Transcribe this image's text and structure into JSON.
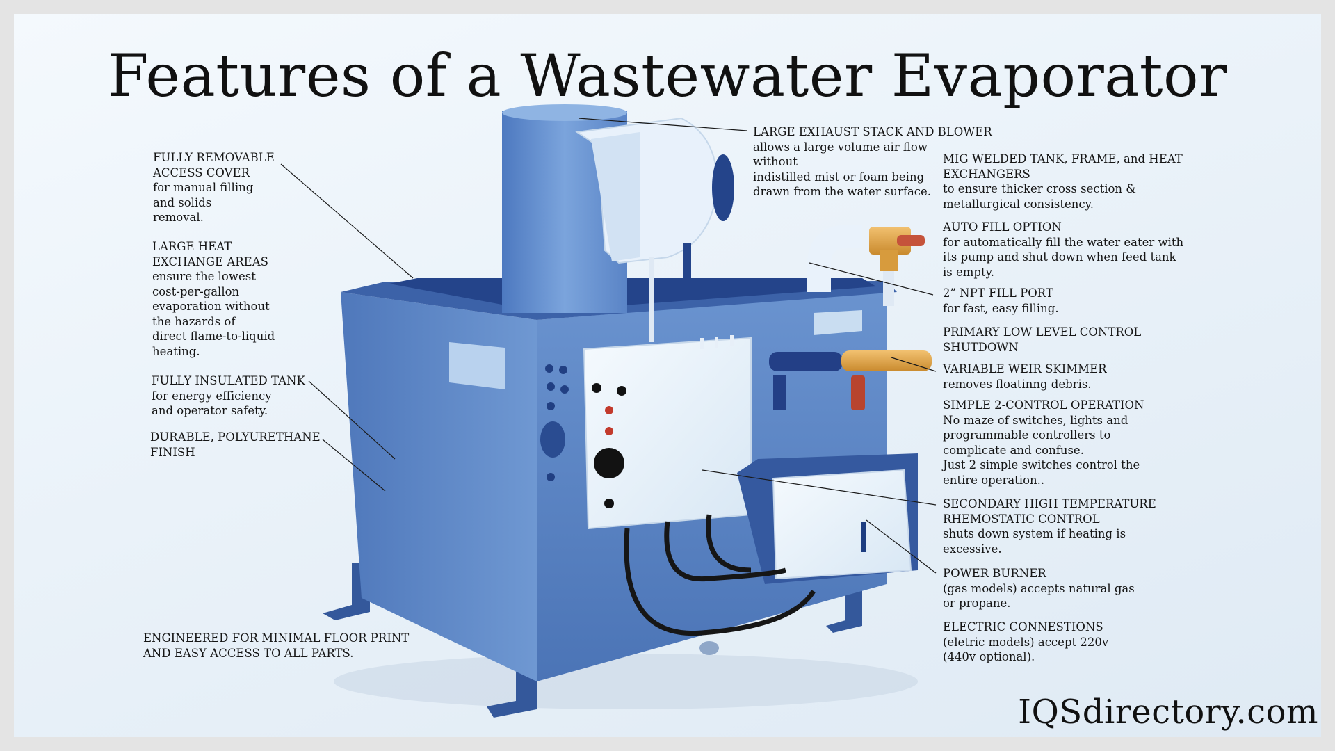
{
  "title": "Features of a Wastewater Evaporator",
  "logo": "IQSdirectory.com",
  "callouts": {
    "access_cover": {
      "heading": "FULLY REMOVABLE\nACCESS COVER",
      "body": "for manual filling\nand solids\nremoval."
    },
    "heat_exchange": {
      "heading": "LARGE HEAT\nEXCHANGE AREAS",
      "body": "ensure the lowest\ncost-per-gallon\nevaporation without\nthe hazards of\ndirect flame-to-liquid\nheating."
    },
    "insulated_tank": {
      "heading": "FULLY INSULATED TANK",
      "body": "for energy efficiency\nand operator safety."
    },
    "finish": {
      "heading": "DURABLE, POLYURETHANE\nFINISH",
      "body": ""
    },
    "floor_print": {
      "heading": "ENGINEERED FOR MINIMAL FLOOR PRINT\nAND EASY ACCESS TO ALL PARTS.",
      "body": ""
    },
    "exhaust_stack": {
      "heading": "LARGE EXHAUST STACK AND BLOWER",
      "body": "allows a large volume air flow\nwithout\nindistilled mist or foam being\ndrawn from the water surface."
    },
    "mig_welded": {
      "heading": "MIG WELDED TANK, FRAME, and HEAT\nEXCHANGERS",
      "body": "to ensure thicker cross section &\nmetallurgical consistency."
    },
    "auto_fill": {
      "heading": "AUTO FILL OPTION",
      "body": "for automatically fill the water eater with\nits pump and shut down when feed tank\nis empty."
    },
    "npt_fill": {
      "heading": "2” NPT FILL PORT",
      "body": "for fast, easy filling."
    },
    "low_level": {
      "heading": "PRIMARY LOW LEVEL CONTROL\nSHUTDOWN",
      "body": ""
    },
    "weir_skimmer": {
      "heading": "VARIABLE WEIR SKIMMER",
      "body": "removes floatinng debris."
    },
    "two_control": {
      "heading": "SIMPLE 2-CONTROL OPERATION",
      "body": "No maze of switches, lights and\nprogrammable controllers to\ncomplicate and confuse.\nJust 2 simple switches control the\nentire operation.."
    },
    "high_temp": {
      "heading": "SECONDARY HIGH TEMPERATURE\nRHEMOSTATIC CONTROL",
      "body": "shuts down system if heating is\nexcessive."
    },
    "power_burner": {
      "heading": "POWER BURNER",
      "body": "(gas models) accepts natural gas\nor propane."
    },
    "electric": {
      "heading": "ELECTRIC CONNESTIONS",
      "body": "(eletric models) accept 220v\n(440v optional)."
    }
  },
  "colors": {
    "tank_blue": "#5b86c4",
    "tank_dark": "#3d64a6",
    "panel_light": "#eaf3fb",
    "brass": "#e0a54a",
    "cable": "#1b1b1b"
  }
}
